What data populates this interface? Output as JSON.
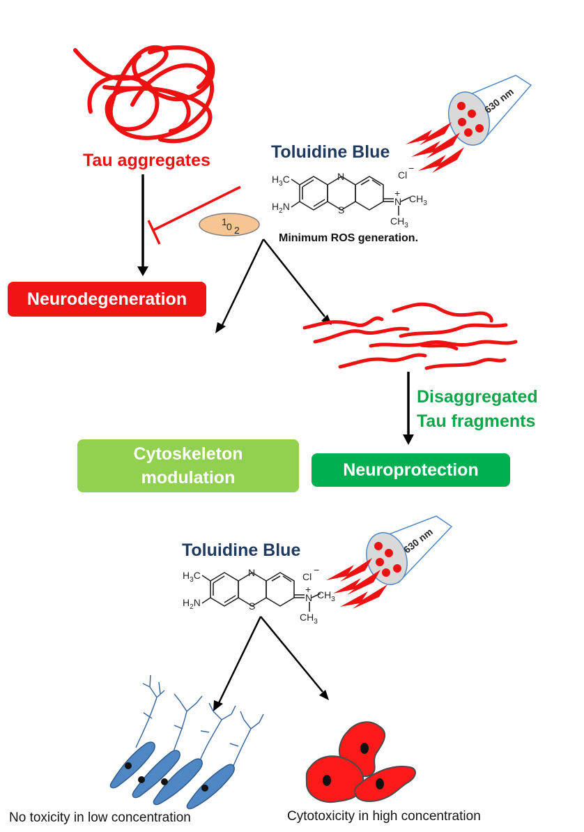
{
  "top": {
    "tau_aggregates": "Tau aggregates",
    "toluidine_blue": "Toluidine Blue",
    "singlet_oxygen_sup": "1",
    "singlet_oxygen_base": "0",
    "singlet_oxygen_sub": "2",
    "min_ros": "Minimum ROS generation.",
    "wavelength": "630 nm",
    "chloride": "Cl",
    "neurodegeneration": "Neurodegeneration",
    "disaggregated": "Disaggregated",
    "tau_fragments": "Tau fragments",
    "cytoskeleton": "Cytoskeleton",
    "modulation": "modulation",
    "neuroprotection": "Neuroprotection"
  },
  "bottom": {
    "toluidine_blue": "Toluidine Blue",
    "wavelength": "630 nm",
    "chloride": "Cl",
    "no_toxicity": "No toxicity in low concentration",
    "cytotoxicity": "Cytotoxicity in high concentration"
  },
  "chem_labels": {
    "h3c": "H",
    "h3c_sub": "3",
    "h3c_c": "C",
    "h2n": "H",
    "h2n_sub": "2",
    "h2n_n": "N",
    "n_top": "N",
    "s_bottom": "S",
    "n_plus": "N",
    "ch3": "CH",
    "ch3_sub": "3"
  },
  "colors": {
    "red": "#ee1111",
    "navy": "#1f3a5f",
    "green": "#11a54a",
    "cell_blue": "#4f87c5",
    "oxygen_ellipse": "#f7c593"
  }
}
